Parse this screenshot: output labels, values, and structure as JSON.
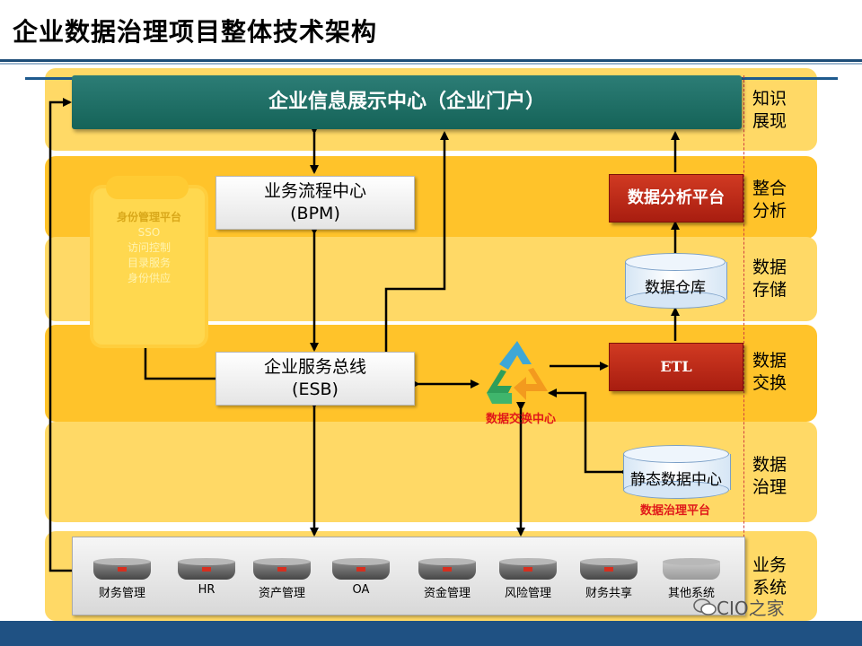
{
  "title": "企业数据治理项目整体技术架构",
  "layers": [
    {
      "label1": "知识",
      "label2": "展现"
    },
    {
      "label1": "整合",
      "label2": "分析"
    },
    {
      "label1": "数据",
      "label2": "存储"
    },
    {
      "label1": "数据",
      "label2": "交换"
    },
    {
      "label1": "数据",
      "label2": "治理"
    },
    {
      "label1": "业务",
      "label2": "系统"
    }
  ],
  "portal": "企业信息展示中心（企业门户）",
  "bpm": {
    "line1": "业务流程中心",
    "line2": "(BPM)"
  },
  "esb": {
    "line1": "企业服务总线",
    "line2": "(ESB)"
  },
  "identity": {
    "title": "身份管理平台",
    "items": [
      "SSO",
      "访问控制",
      "目录服务",
      "身份供应"
    ]
  },
  "analysis_platform": "数据分析平台",
  "warehouse": "数据仓库",
  "etl": "ETL",
  "exchange_center": "数据交换中心",
  "static_center": "静态数据中心",
  "governance_platform": "数据治理平台",
  "systems": [
    "财务管理",
    "HR",
    "资产管理",
    "OA",
    "资金管理",
    "风险管理",
    "财务共享",
    "其他系统"
  ],
  "watermark": "CIO之家",
  "colors": {
    "portal": "#1d6b62",
    "accent_red": "#c0281a",
    "band_dark": "#ffc32a",
    "band_light": "#ffd966",
    "footer": "#1f5183"
  }
}
